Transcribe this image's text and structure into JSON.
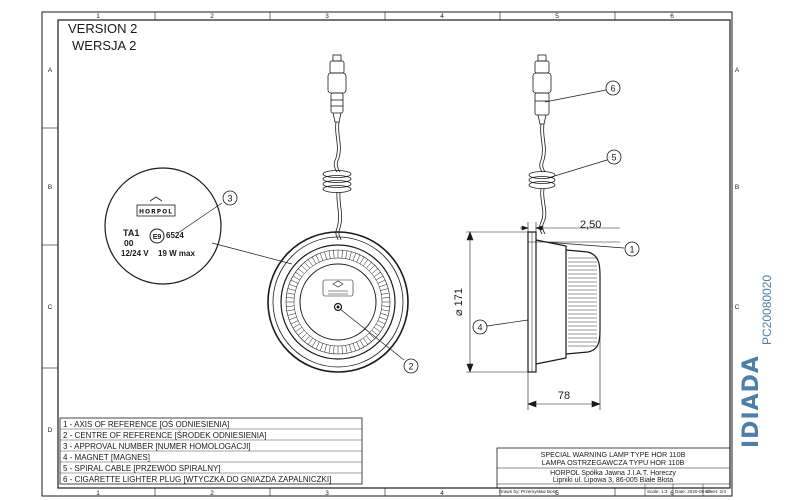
{
  "version": {
    "en": "VERSION 2",
    "pl": "WERSJA 2"
  },
  "grid": {
    "columns": [
      "1",
      "2",
      "3",
      "4",
      "5",
      "6"
    ],
    "rows": [
      "A",
      "B",
      "C",
      "D"
    ]
  },
  "callouts": [
    "1",
    "2",
    "3",
    "4",
    "5",
    "6"
  ],
  "dimensions": {
    "thickness": "2,50",
    "diameter": "⌀ 171",
    "depth": "78"
  },
  "label_plate": {
    "brand": "HORPOL",
    "type_code": "TA1",
    "series": "00",
    "mark": "E9",
    "approval": "6524",
    "voltage": "12/24 V",
    "power": "19 W max"
  },
  "legend": [
    "1 - AXIS OF REFERENCE [OŚ ODNIESIENIA]",
    "2 - CENTRE OF REFERENCE [ŚRODEK ODNIESIENIA]",
    "3 - APPROVAL NUMBER [NUMER HOMOLOGACJI]",
    "4 - MAGNET [MAGNES]",
    "5 - SPIRAL CABLE [PRZEWÓD SPIRALNY]",
    "6 - CIGARETTE LIGHTER PLUG [WTYCZKA DO GNIAZDA ZAPALNICZKI]"
  ],
  "title_block": {
    "title_en": "SPECIAL WARNING LAMP TYPE HOR 110B",
    "title_pl": "LAMPA OSTRZEGAWCZA TYPU HOR 110B",
    "company": "HORPOL Spółka Jawna   J.I.A.T. Horeczy",
    "address": "Lipniki ul. Lipowa 3, 86-005 Białe Błota",
    "drawn_by": "Drawn by:  Przemysław Bosy",
    "scale": "Scale: 1:3",
    "date": "Date: 2020-08-18",
    "sheet": "Sheet: 2/4"
  },
  "side_watermark": {
    "brand": "IDIADA",
    "code": "PC20080020"
  },
  "colors": {
    "line": "#1a1a1a",
    "watermark": "#4f7fa8"
  }
}
